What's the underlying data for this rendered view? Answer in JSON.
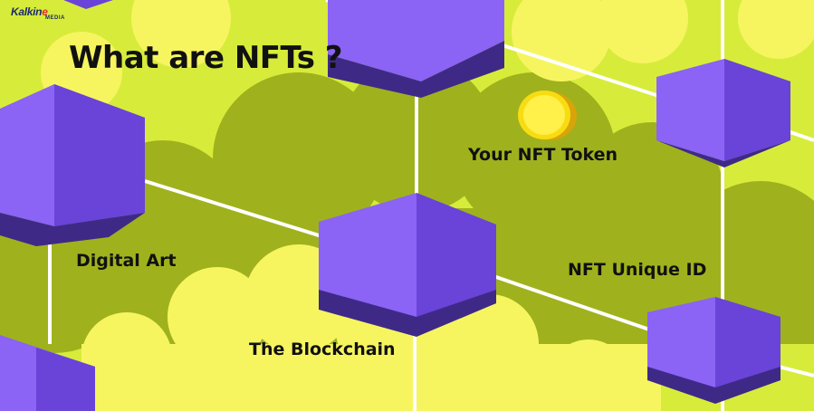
{
  "title": "What are NFTs ?",
  "labels": {
    "token": "Your NFT Token",
    "art": "Digital Art",
    "unique_id": "NFT Unique ID",
    "blockchain": "The Blockchain"
  },
  "logo": {
    "name_main": "Kalkin",
    "name_accent": "e",
    "sub": "MEDIA"
  },
  "colors": {
    "background": "#d7ec3a",
    "cloud_dark": "#9fb21d",
    "cloud_light": "#f6f560",
    "cube_front": "#8b63f5",
    "cube_side": "#6a43d9",
    "cube_bottom": "#3e2a86",
    "coin": "#f8dc12",
    "lines": "#ffffff"
  }
}
